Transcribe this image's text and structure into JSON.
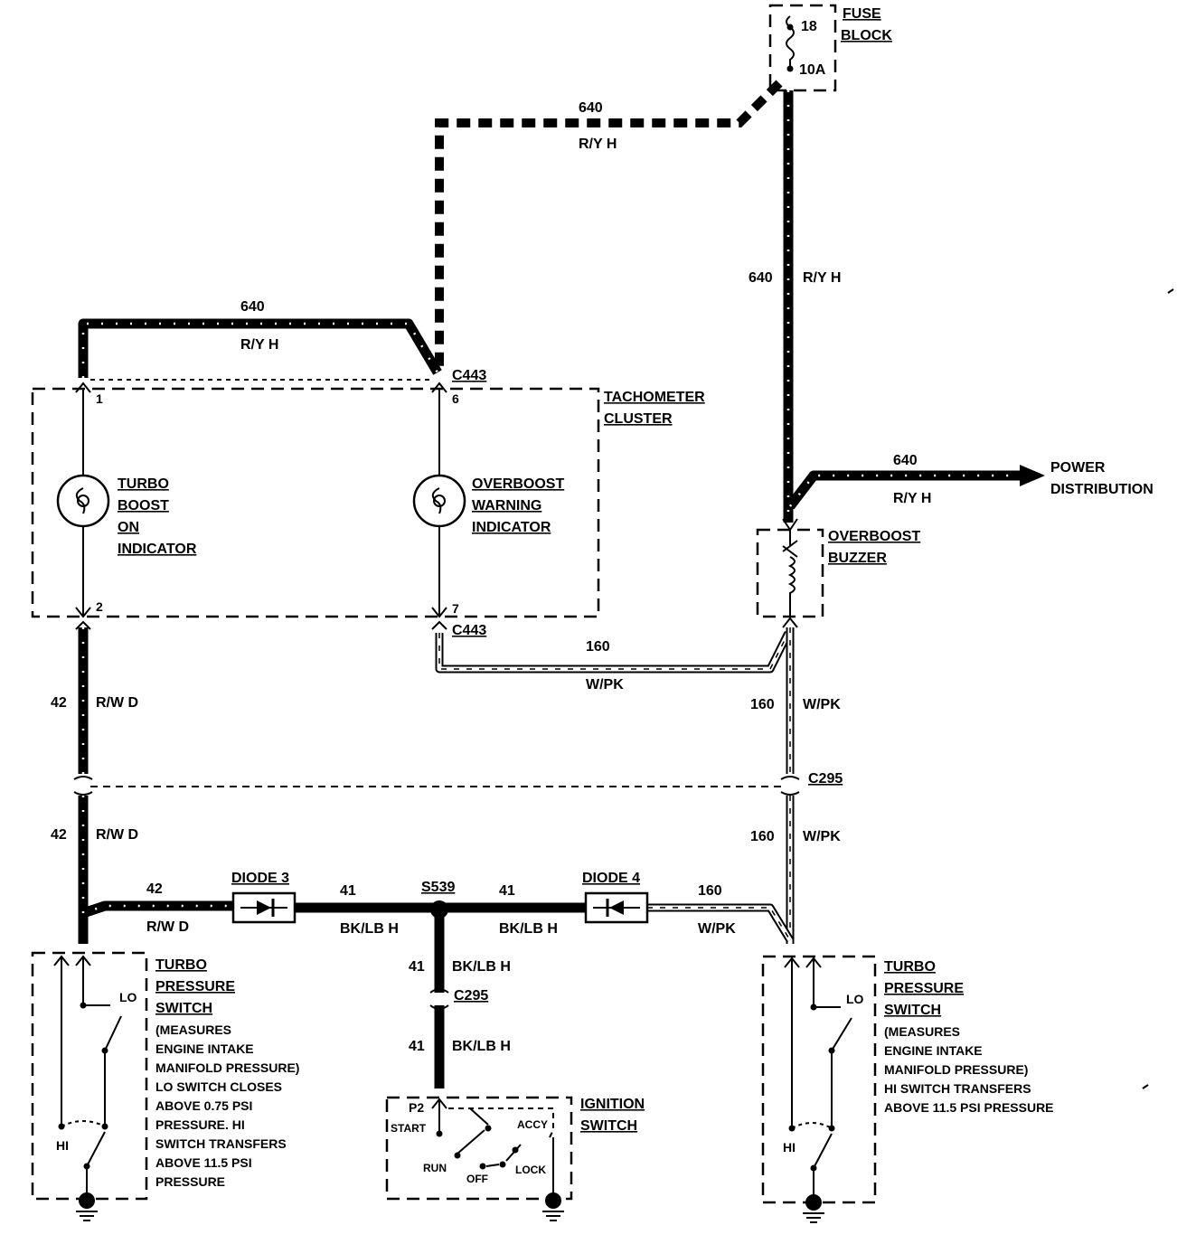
{
  "fuse": {
    "num": "18",
    "rating": "10A",
    "title1": "FUSE",
    "title2": "BLOCK"
  },
  "wires": {
    "w640": "640",
    "ryh": "R/Y H",
    "w42": "42",
    "rwd": "R/W D",
    "w41": "41",
    "bklbh": "BK/LB H",
    "w160": "160",
    "wpk": "W/PK"
  },
  "connectors": {
    "c443": "C443",
    "c295": "C295",
    "s539": "S539",
    "p2": "P2"
  },
  "pins": {
    "p1": "1",
    "p2": "2",
    "p6": "6",
    "p7": "7"
  },
  "tach": {
    "l1": "TACHOMETER",
    "l2": "CLUSTER"
  },
  "turbo_ind": {
    "l1": "TURBO",
    "l2": "BOOST",
    "l3": "ON",
    "l4": "INDICATOR"
  },
  "overboost_ind": {
    "l1": "OVERBOOST",
    "l2": "WARNING",
    "l3": "INDICATOR"
  },
  "power": {
    "l1": "POWER",
    "l2": "DISTRIBUTION"
  },
  "buzzer": {
    "l1": "OVERBOOST",
    "l2": "BUZZER"
  },
  "diodes": {
    "d3": "DIODE 3",
    "d4": "DIODE 4"
  },
  "switch_left": {
    "l1": "TURBO",
    "l2": "PRESSURE",
    "l3": "SWITCH",
    "d1": "(MEASURES",
    "d2": "ENGINE INTAKE",
    "d3": "MANIFOLD PRESSURE)",
    "d4": "LO SWITCH CLOSES",
    "d5": "ABOVE 0.75 PSI",
    "d6": "PRESSURE. HI",
    "d7": "SWITCH TRANSFERS",
    "d8": "ABOVE 11.5 PSI",
    "d9": "PRESSURE",
    "lo": "LO",
    "hi": "HI"
  },
  "switch_right": {
    "l1": "TURBO",
    "l2": "PRESSURE",
    "l3": "SWITCH",
    "d1": "(MEASURES",
    "d2": "ENGINE INTAKE",
    "d3": "MANIFOLD PRESSURE)",
    "d4": "HI SWITCH TRANSFERS",
    "d5": "ABOVE 11.5 PSI PRESSURE",
    "lo": "LO",
    "hi": "HI"
  },
  "ignition": {
    "l1": "IGNITION",
    "l2": "SWITCH",
    "start": "START",
    "run": "RUN",
    "off": "OFF",
    "accy": "ACCY",
    "lock": "LOCK"
  }
}
